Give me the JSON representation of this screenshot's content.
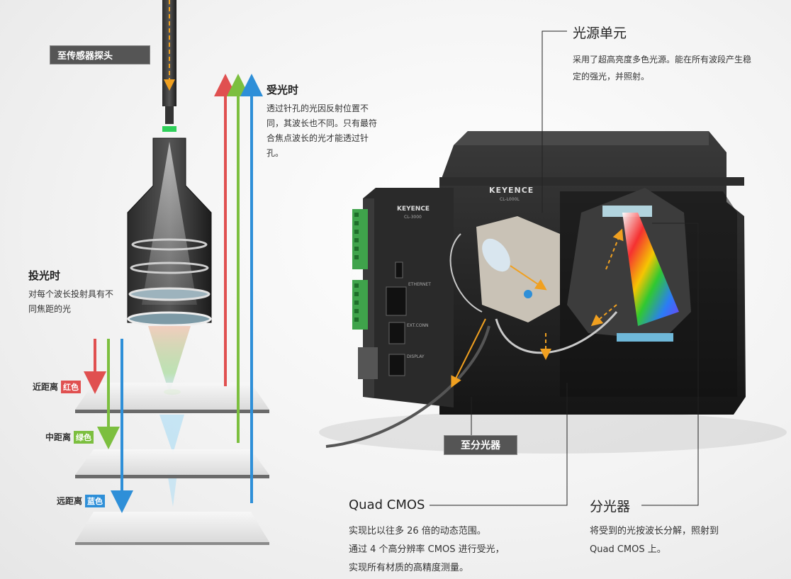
{
  "colors": {
    "red": "#e05050",
    "green": "#7cbf3f",
    "blue": "#2e8fd8",
    "tag_bg": "#555555"
  },
  "sensor_probe_tag": "至传感器探头",
  "receiving": {
    "title": "受光时",
    "desc": "透过针孔的光因反射位置不同，其波长也不同。只有最符合焦点波长的光才能透过针孔。"
  },
  "emitting": {
    "title": "投光时",
    "desc": "对每个波长投射具有不同焦距的光"
  },
  "distances": [
    {
      "label": "近距离",
      "chip": "红色"
    },
    {
      "label": "中距离",
      "chip": "绿色"
    },
    {
      "label": "远距离",
      "chip": "蓝色"
    }
  ],
  "light_source": {
    "title": "光源单元",
    "desc": "采用了超高亮度多色光源。能在所有波段产生稳定的强光，并照射。"
  },
  "spectrometer_tag": "至分光器",
  "quad_cmos": {
    "title": "Quad CMOS",
    "lines": [
      "实现比以往多 26 倍的动态范围。",
      "通过 4 个高分辨率 CMOS 进行受光，",
      "实现所有材质的高精度测量。"
    ]
  },
  "spectrometer": {
    "title": "分光器",
    "lines": [
      "将受到的光按波长分解，照射到",
      "Quad CMOS 上。"
    ]
  },
  "device": {
    "brand_main": "KEYENCE",
    "brand_ctrl": "KEYENCE",
    "model_main": "CL-L000L",
    "model_ctrl": "CL-3000",
    "port_ethernet": "ETHERNET",
    "port_ext": "EXT.CONN",
    "port_display": "DISPLAY"
  }
}
